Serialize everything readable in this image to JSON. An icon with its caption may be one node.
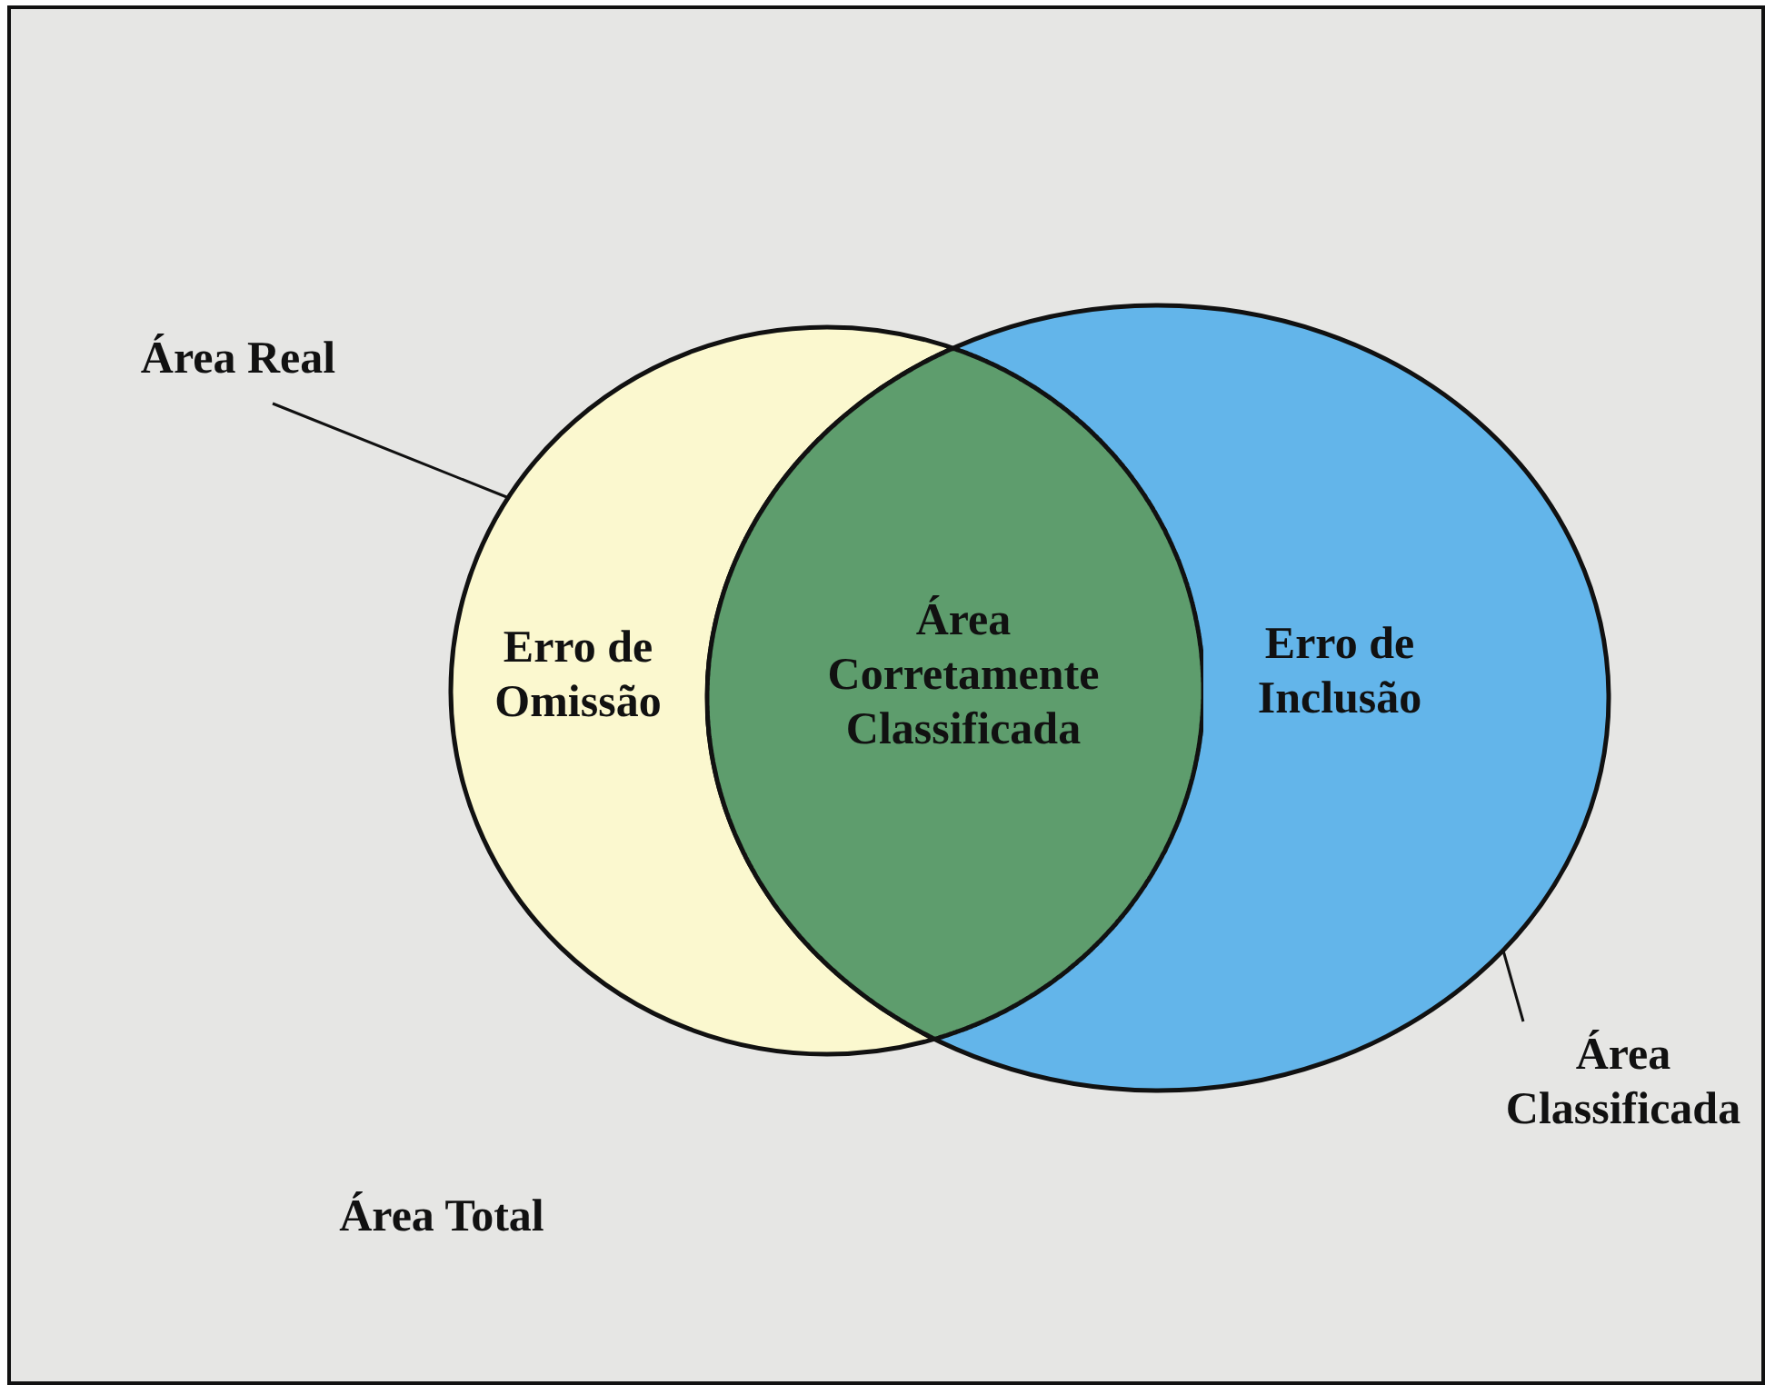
{
  "diagram": {
    "nodes": [
      {
        "text": [
          "Área Total"
        ]
      },
      {
        "text": [
          "Área Real"
        ],
        "in": 0
      },
      {
        "text": [
          "Erro de Omissão"
        ],
        "in": 0
      },
      {
        "text": [
          "Área Corretamente Classificada"
        ]
      },
      {
        "text": [
          "Erro de Inclusão"
        ],
        "in": 0
      },
      {
        "text": [
          "Área Classificada"
        ],
        "in": 0
      }
    ],
    "edges": [
      {
        "from": 1,
        "to": 2,
        "arrow": "none"
      },
      {
        "from": 5,
        "to": 4,
        "arrow": "none"
      }
    ]
  }
}
